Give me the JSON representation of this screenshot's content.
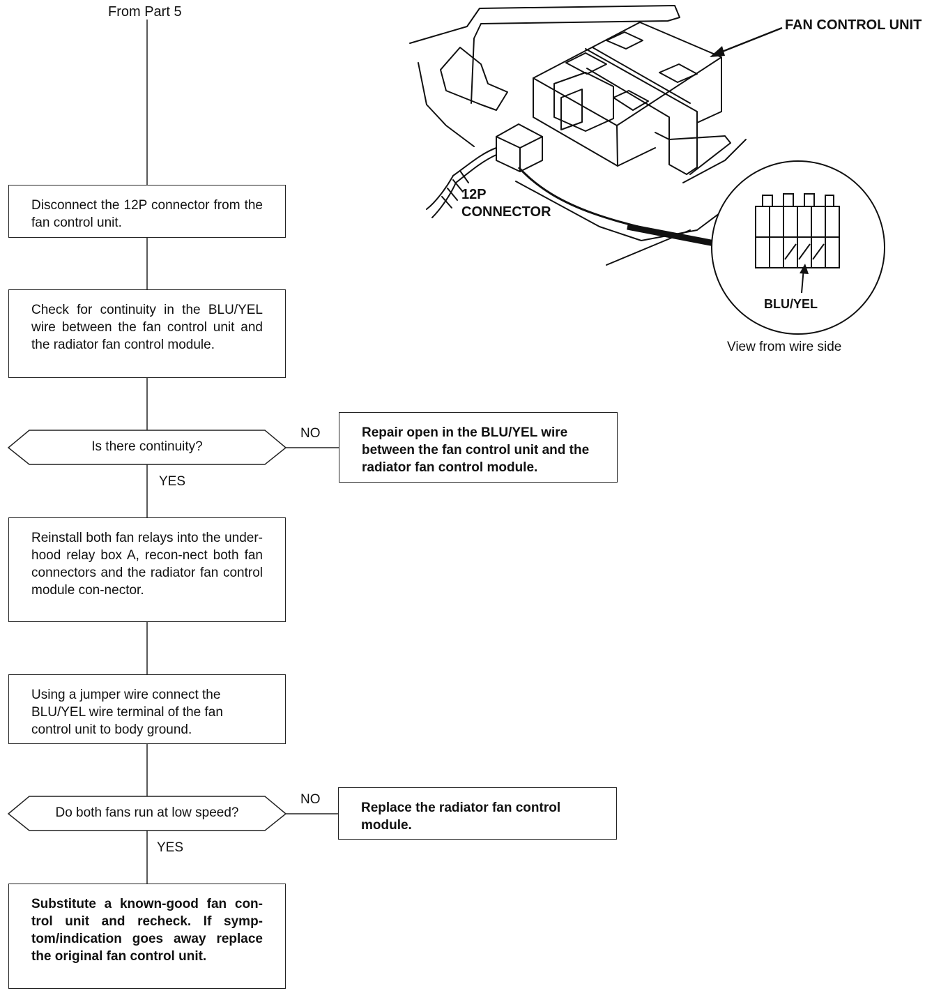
{
  "flowchart": {
    "start_label": "From Part 5",
    "step1": "Disconnect the 12P connector from the fan control unit.",
    "step2": "Check for continuity in the BLU/YEL wire between the fan control unit and the radiator fan control module.",
    "decision1": "Is there continuity?",
    "decision1_no": "NO",
    "decision1_yes": "YES",
    "result1": "Repair open in the BLU/YEL wire between the fan control unit and the radiator fan control module.",
    "step3": "Reinstall both fan relays into the under-hood relay box A, recon-nect both fan connectors and the radiator fan control module con-nector.",
    "step4": "Using a jumper wire connect the BLU/YEL wire terminal of the fan control unit to body ground.",
    "decision2": "Do both fans run at low speed?",
    "decision2_no": "NO",
    "decision2_yes": "YES",
    "result2": "Replace the radiator fan control module.",
    "step5": "Substitute a known-good fan con-trol unit and recheck. If symp-tom/indication goes away replace the original fan control unit."
  },
  "illustration": {
    "fan_control_unit_label": "FAN CONTROL UNIT",
    "connector_label_line1": "12P",
    "connector_label_line2": "CONNECTOR",
    "wire_label": "BLU/YEL",
    "view_caption": "View from wire side"
  }
}
